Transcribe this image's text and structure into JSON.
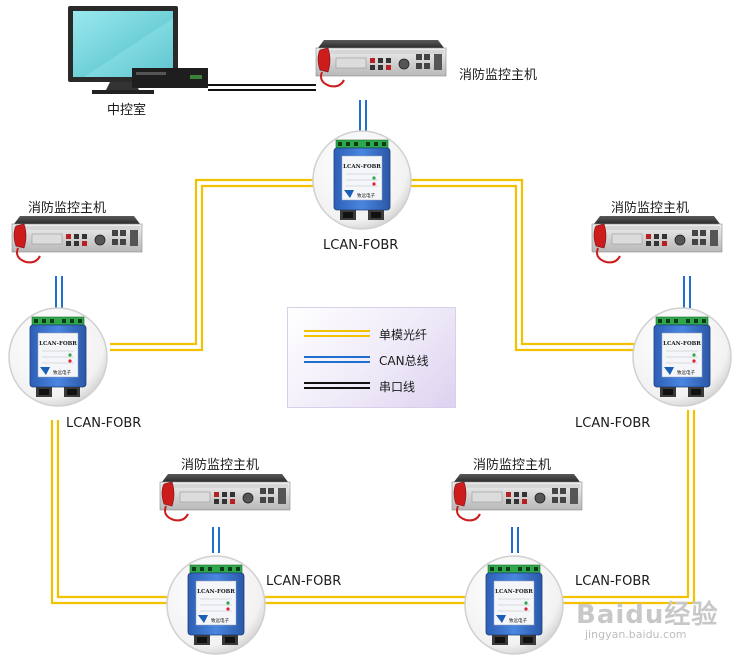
{
  "labels": {
    "control_room": "中控室",
    "host_top": "消防监控主机",
    "host_left": "消防监控主机",
    "host_right": "消防监控主机",
    "host_bottom_left": "消防监控主机",
    "host_bottom_right": "消防监控主机",
    "converter_top": "LCAN-FOBR",
    "converter_left": "LCAN-FOBR",
    "converter_right": "LCAN-FOBR",
    "converter_bottom_left": "LCAN-FOBR",
    "converter_bottom_right": "LCAN-FOBR"
  },
  "legend": {
    "items": [
      {
        "label": "单模光纤",
        "color": "#f2c200",
        "kind": "fiber"
      },
      {
        "label": "CAN总线",
        "color": "#1f6fd0",
        "kind": "can"
      },
      {
        "label": "串口线",
        "color": "#111111",
        "kind": "serial"
      }
    ]
  },
  "device_text": {
    "module_name": "LCAN-FOBR",
    "module_brand": "致远电子"
  },
  "watermark": {
    "main": "Baidu经验",
    "sub": "jingyan.baidu.com"
  },
  "colors": {
    "fiber": "#f2c200",
    "can": "#1f6fd0",
    "serial": "#111111",
    "monitor_screen": "#6fd0d8"
  }
}
